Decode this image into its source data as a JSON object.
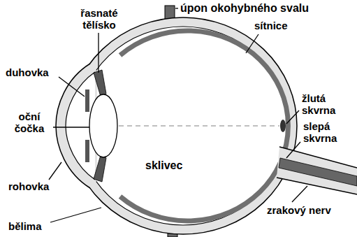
{
  "diagram": {
    "labels": [
      "řasnaté tělísko",
      "úpon okohybného svalu",
      "sítnice",
      "duhovka",
      "žlutá skvrna",
      "oční čočka",
      "slepá skvrna",
      "sklivec",
      "rohovka",
      "zrakový nerv",
      "bělima"
    ]
  }
}
